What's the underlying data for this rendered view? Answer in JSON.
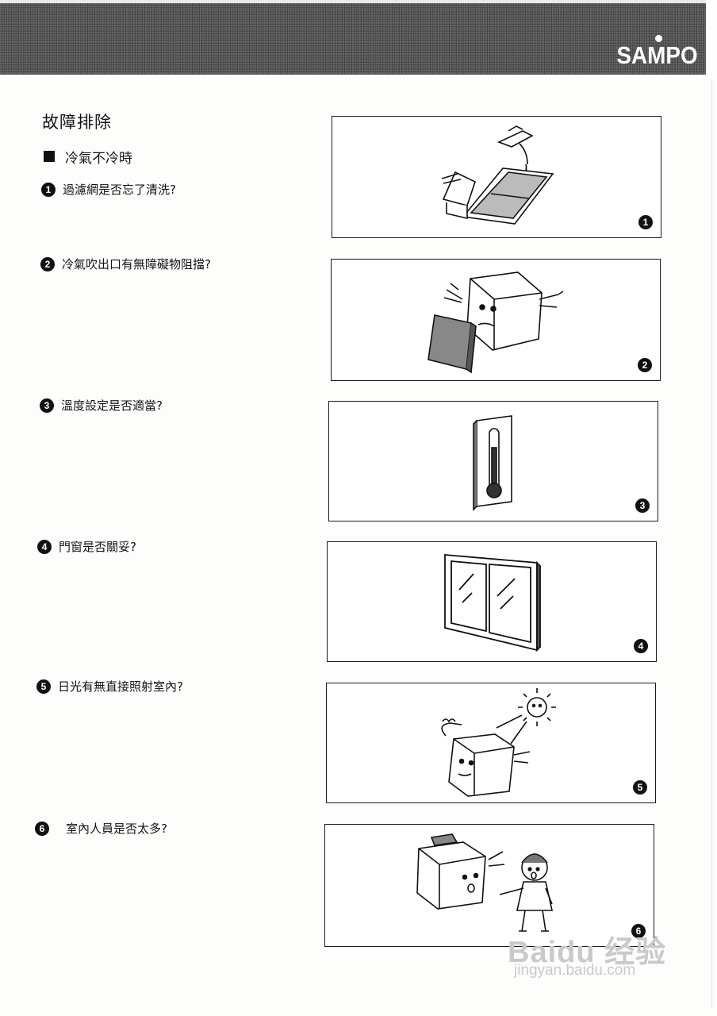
{
  "header": {
    "brand": "SAMPO"
  },
  "page": {
    "title": "故障排除",
    "section": "冷氣不冷時",
    "items": [
      {
        "num": "1",
        "text": "過濾網是否忘了清洗?"
      },
      {
        "num": "2",
        "text": "冷氣吹出口有無障礙物阻擋?"
      },
      {
        "num": "3",
        "text": "溫度設定是否適當?"
      },
      {
        "num": "4",
        "text": "門窗是否關妥?"
      },
      {
        "num": "5",
        "text": "日光有無直接照射室內?"
      },
      {
        "num": "6",
        "text": "室內人員是否太多?"
      }
    ]
  },
  "illustrations": [
    {
      "num": "1",
      "icon": "filter-washing-icon"
    },
    {
      "num": "2",
      "icon": "blocked-outlet-icon"
    },
    {
      "num": "3",
      "icon": "thermometer-icon"
    },
    {
      "num": "4",
      "icon": "window-icon"
    },
    {
      "num": "5",
      "icon": "sunlight-icon"
    },
    {
      "num": "6",
      "icon": "crowded-room-icon"
    }
  ],
  "watermark": {
    "main": "Baidu 经验",
    "sub": "jingyan.baidu.com"
  }
}
